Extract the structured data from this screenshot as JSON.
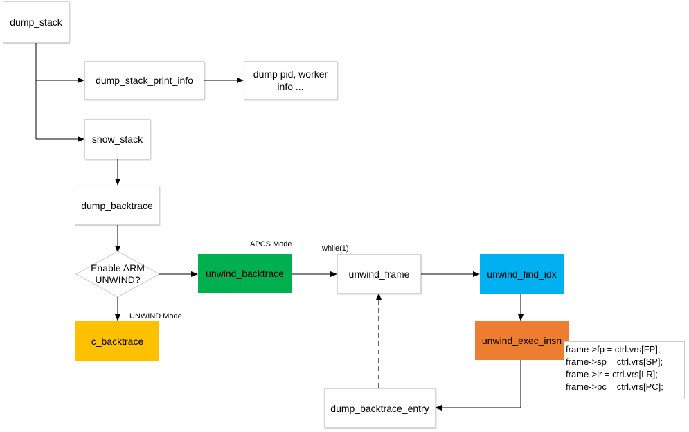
{
  "nodes": {
    "dump_stack": "dump_stack",
    "dump_stack_print_info": "dump_stack_print_info",
    "dump_pid_line1": "dump pid, worker",
    "dump_pid_line2": "info ...",
    "show_stack": "show_stack",
    "dump_backtrace": "dump_backtrace",
    "decision_line1": "Enable ARM",
    "decision_line2": "UNWIND?",
    "c_backtrace": "c_backtrace",
    "unwind_backtrace": "unwind_backtrace",
    "unwind_frame": "unwind_frame",
    "unwind_find_idx": "unwind_find_idx",
    "unwind_exec_insn": "unwind_exec_insn",
    "dump_backtrace_entry": "dump_backtrace_entry"
  },
  "labels": {
    "apcs_mode": "APCS Mode",
    "unwind_mode": "UNWIND Mode",
    "while_loop": "while(1)"
  },
  "note": {
    "lines": [
      "frame->fp = ctrl.vrs[FP];",
      "frame->sp = ctrl.vrs[SP];",
      "frame->lr = ctrl.vrs[LR];",
      "frame->pc = ctrl.vrs[PC];"
    ]
  },
  "colors": {
    "c_backtrace": "#FFC000",
    "unwind_backtrace": "#00B050",
    "unwind_find_idx": "#00B0F0",
    "unwind_exec_insn": "#ED7D31",
    "line": "#000000"
  }
}
